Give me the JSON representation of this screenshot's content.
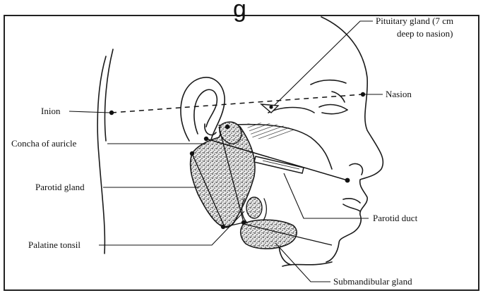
{
  "figure": {
    "title_fragment": "g",
    "labels": {
      "pituitary_line1": "Pituitary gland (7 cm",
      "pituitary_line2": "deep to nasion)",
      "nasion": "Nasion",
      "inion": "Inion",
      "concha": "Concha of auricle",
      "parotid_gland": "Parotid gland",
      "parotid_duct": "Parotid duct",
      "palatine_tonsil": "Palatine tonsil",
      "submandibular_gland": "Submandibular gland"
    }
  },
  "colors": {
    "ink": "#1a1a1a",
    "background": "#ffffff",
    "stipple": "#2a2a2a"
  }
}
